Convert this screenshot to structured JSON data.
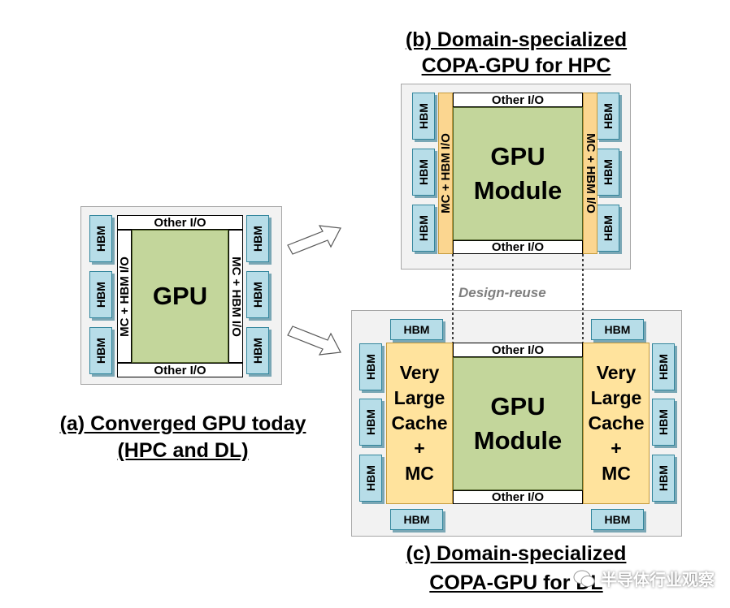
{
  "labels": {
    "hbm": "HBM",
    "other_io": "Other I/O",
    "mc_hbm_io": "MC + HBM I/O",
    "gpu": "GPU",
    "gpu_module_line1": "GPU",
    "gpu_module_line2": "Module",
    "cache_lines": [
      "Very",
      "Large",
      "Cache",
      "+",
      "MC"
    ],
    "design_reuse": "Design-reuse"
  },
  "titles": {
    "a_line1": "(a) Converged GPU today",
    "a_line2": "(HPC and DL)",
    "b_line1": "(b) Domain-specialized",
    "b_line2": "COPA-GPU for HPC",
    "c_line1": "(c) Domain-specialized",
    "c_line2": "COPA-GPU for DL"
  },
  "watermark": "半导体行业观察",
  "colors": {
    "hbm_fill": "#b7dde8",
    "gpu_fill": "#c3d69b",
    "cache_fill": "#ffe39d",
    "io_gold": "#fbd690",
    "package_fill": "#f2f2f2"
  }
}
